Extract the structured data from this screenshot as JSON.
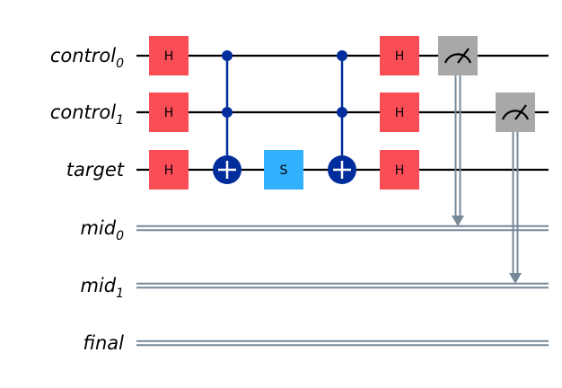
{
  "registers": [
    {
      "id": "control0",
      "label": "control",
      "sub": "0",
      "kind": "quantum"
    },
    {
      "id": "control1",
      "label": "control",
      "sub": "1",
      "kind": "quantum"
    },
    {
      "id": "target",
      "label": "target",
      "sub": "",
      "kind": "quantum"
    },
    {
      "id": "mid0",
      "label": "mid",
      "sub": "0",
      "kind": "classical"
    },
    {
      "id": "mid1",
      "label": "mid",
      "sub": "1",
      "kind": "classical"
    },
    {
      "id": "final",
      "label": "final",
      "sub": "",
      "kind": "classical"
    }
  ],
  "operations": [
    {
      "type": "h",
      "label": "H",
      "wire": "control0",
      "step": 0
    },
    {
      "type": "h",
      "label": "H",
      "wire": "control1",
      "step": 0
    },
    {
      "type": "h",
      "label": "H",
      "wire": "target",
      "step": 0
    },
    {
      "type": "cx",
      "controls": [
        "control0",
        "control1"
      ],
      "target": "target",
      "step": 1
    },
    {
      "type": "s",
      "label": "S",
      "wire": "target",
      "step": 2
    },
    {
      "type": "cx",
      "controls": [
        "control0",
        "control1"
      ],
      "target": "target",
      "step": 3
    },
    {
      "type": "h",
      "label": "H",
      "wire": "control0",
      "step": 4
    },
    {
      "type": "h",
      "label": "H",
      "wire": "control1",
      "step": 4
    },
    {
      "type": "h",
      "label": "H",
      "wire": "target",
      "step": 4
    },
    {
      "type": "measure",
      "wire": "control0",
      "creg": "mid0",
      "step": 5
    },
    {
      "type": "measure",
      "wire": "control1",
      "creg": "mid1",
      "step": 6
    }
  ],
  "colors": {
    "h_gate": "#fa4d56",
    "s_gate": "#33b1ff",
    "cx": "#002d9c",
    "measure_box": "#a8a8a8",
    "classical_wire": "#778899",
    "quantum_wire": "#000000"
  }
}
